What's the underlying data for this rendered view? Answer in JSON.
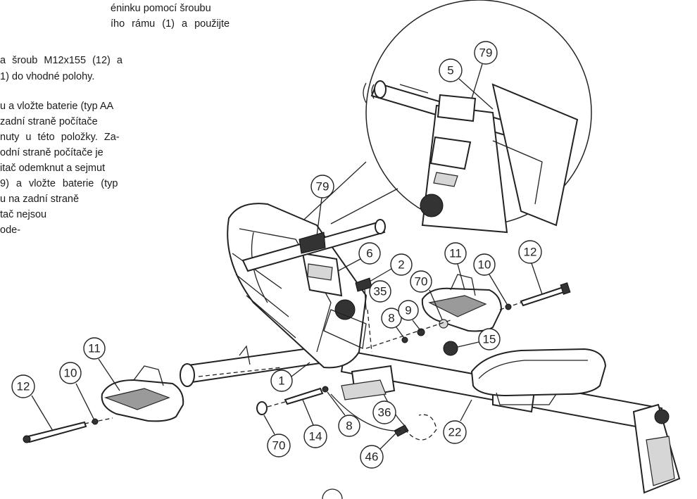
{
  "instructions": {
    "lines": [
      "éninku pomocí šroubu",
      "ího rámu (1) a použijte",
      "a šroub M12x155 (12) a",
      "1) do vhodné polohy.",
      "u a vložte baterie (typ AA",
      "zadní straně počítače",
      "nuty u této položky. Za-",
      "odní straně počítače je",
      "itač odemknut a sejmut",
      "9) a vložte baterie (typ",
      "u na zadní straně",
      "tač nejsou",
      "ode-"
    ]
  },
  "callouts": {
    "c5": "5",
    "c79a": "79",
    "c79b": "79",
    "c6": "6",
    "c2": "2",
    "c11a": "11",
    "c10a": "10",
    "c12a": "12",
    "c35": "35",
    "c70a": "70",
    "c8a": "8",
    "c9": "9",
    "c15": "15",
    "c11b": "11",
    "c10b": "10",
    "c12b": "12",
    "c1": "1",
    "c36": "36",
    "c22": "22",
    "c70b": "70",
    "c14": "14",
    "c8b": "8",
    "c46": "46"
  }
}
